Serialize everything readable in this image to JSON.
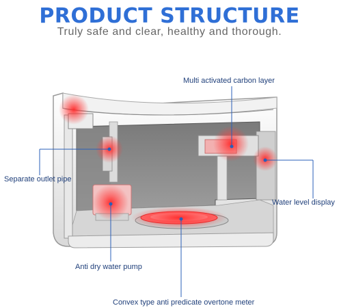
{
  "header": {
    "title": "PRODUCT STRUCTURE",
    "subtitle": "Truly safe and clear, healthy and thorough."
  },
  "callouts": {
    "carbon_layer": "Multi activated carbon layer",
    "outlet_pipe": "Separate outlet pipe",
    "water_level": "Water level display",
    "water_pump": "Anti dry water pump",
    "convex_meter": "Convex type anti predicate overtone meter"
  },
  "colors": {
    "title_blue": "#2f6fd6",
    "callout_line": "#2a5fb8",
    "glow_red": "#ff2a2a"
  }
}
